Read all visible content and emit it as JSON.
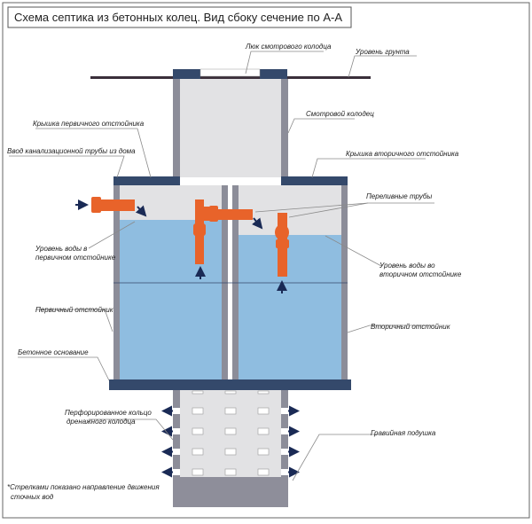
{
  "title": "Схема септика из бетонных колец. Вид сбоку сечение по А-А",
  "labels": {
    "hatch": "Люк смотрового колодца",
    "ground": "Уровень грунта",
    "inspection_well": "Смотровой колодец",
    "primary_lid": "Крышка первичного отстойника",
    "inlet": "Ввод канализационной трубы из дома",
    "secondary_lid": "Крышка вторичного отстойника",
    "overflow_pipes": "Переливные трубы",
    "water_primary_1": "Уровень воды в",
    "water_primary_2": "первичном отстойнике",
    "water_secondary_1": "Уровень воды во",
    "water_secondary_2": "вторичном отстойнике",
    "primary_tank": "Первичный отстойник",
    "secondary_tank": "Вторичный отстойник",
    "concrete_base": "Бетонное основание",
    "perforated_1": "Перфорированное кольцо",
    "perforated_2": "дренажного колодца",
    "gravel": "Гравийная подушка",
    "note_1": "*Стрелками показано направление движения",
    "note_2": "сточных вод"
  },
  "colors": {
    "concrete_dark": "#34496b",
    "wall": "#8c8d99",
    "interior": "#e2e2e4",
    "water": "#8fbde0",
    "pipe": "#e8632a",
    "arrow": "#1a2a55"
  }
}
